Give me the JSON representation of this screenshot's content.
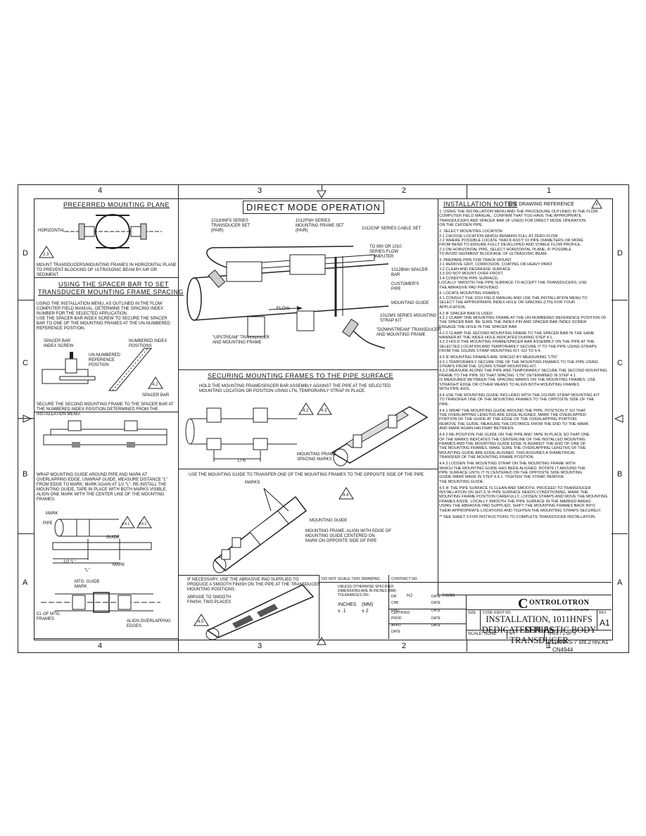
{
  "zones": {
    "cols_top": [
      "4",
      "3",
      "2",
      "1"
    ],
    "cols_bottom": [
      "4",
      "3",
      "2",
      "1"
    ],
    "rows_left": [
      "D",
      "C",
      "B",
      "A"
    ],
    "rows_right": [
      "D",
      "C",
      "B",
      "A"
    ]
  },
  "panel_mounting_plane": {
    "title": "PREFERRED MOUNTING PLANE",
    "horizontal_label": "HORIZONTAL",
    "ref": "2.3",
    "caption": "MOUNT TRANSDUCERS/MOUNTING FRAMES IN HORIZONTAL PLANE TO PREVENT BLOCKING OF ULTRASONIC BEAM BY AIR OR SEDIMENT."
  },
  "panel_spacer_bar": {
    "title_line1": "USING THE SPACER BAR TO SET",
    "title_line2": "TRANSDUCER MOUNTING FRAME SPACING",
    "intro": "USING THE INSTALLATION MENU, AS OUTLINED IN THE FLOW COMPUTER FIELD MANUAL, DETERMINE THE SPACING INDEX NUMBER FOR THE SELECTED APPLICATION.\nUSE THE SPACER BAR INDEX SCREW TO SECURE THE SPACER BAR TO ONE OF THE MOUNTING FRAMES AT THE UN-NUMBERED REFERENCE POSITION.",
    "label_index_screw": "SPACER BAR\nINDEX SCREW",
    "label_numbered": "NUMBERED INDEX\nPOSITIONS",
    "label_unnumbered": "UN-NUMBERED\nREFERENCE\nPOSITION",
    "label_spacer_bar": "SPACER BAR",
    "ref": "4.2",
    "second": "SECURE THE SECOND MOUNTING FRAME TO THE SPACER BAR AT THE NUMBERED INDEX POSITION DETERMINED FROM THE INSTALLATION MENU."
  },
  "panel_wrap_guide": {
    "text": "WRAP MOUNTING GUIDE AROUND PIPE AND MARK AT OVERLAPPING EDGE, UNWRAP GUIDE, MEASURE DISTANCE \"L\" FROM EDGE TO MARK, MARK AGAIN AT 1/2 \"L\". RE-INSTALL THE MOUNTING GUIDE, TAPE IN PLACE WITH BOTH MARKS VISIBLE, ALIGN ONE MARK WITH THE CENTER LINE OF THE MOUNTING FRAMES.",
    "label_mark": "MARK",
    "label_pipe": "PIPE",
    "label_guide": "GUIDE",
    "ref1": "4.4.1",
    "ref2": "4.4.2",
    "dim_half": "1/2 \"L\"",
    "dim_l": "\"L\"",
    "label_mark2": "MARK",
    "label_mtg_guide": "MTG. GUIDE\nMARK",
    "label_cl": "CL OF MTG.\nFRAMES",
    "label_align": "ALIGN OVERLAPPING\nEDGES"
  },
  "panel_direct": {
    "title": "DIRECT MODE OPERATION",
    "l_transducer": "1011HNFS SERIES\nTRANSDUCER SET\n(PAIR)",
    "l_frame_set": "1012FNH SERIES\nMOUNTING FRAME SET\n(PAIR)",
    "l_cable": "1012CNF SERIES CABLE SET",
    "l_computer": "TO 990 OR 1010\nSERIES FLOW\nCOMPUTER",
    "l_spacer": "1012BNH SPACER\nBAR",
    "l_pipe": "CUSTOMER'S\nPIPE",
    "l_guide": "MOUNTING GUIDE",
    "l_strap": "1012MS SERIES MOUNTING\nSTRAP KIT",
    "l_flow": "FLOW",
    "l_upstream": "\"UPSTREAM\" TRANSDUCER\nAND MOUNTING FRAME",
    "l_downstream": "\"DOWNSTREAM\" TRANSDUCER\nAND MOUNTING FRAME"
  },
  "panel_securing": {
    "title": "SECURING MOUNTING FRAMES TO THE PIPE SURFACE",
    "text": "HOLD THE MOUNTING FRAME/SPACER BAR ASSEMBLY AGAINST THE PIPE AT THE SELECTED MOUNTING LOCATION OR POSITION USING LTN, TEMPORARILY STRAP IN PLACE.",
    "ref1": "4.2",
    "ref2": "4.3",
    "l_ltn": "LTN",
    "l_marks": "MOUNTING FRAME\nSPACING MARKS"
  },
  "panel_transfer": {
    "text": "USE THE MOUNTING GUIDE TO TRANSFER ONE OF THE MOUNTING FRAMES TO THE OPPOSITE SIDE OF THE PIPE.",
    "l_marks": "MARKS",
    "ref": "4.4",
    "l_guide": "MOUNTING GUIDE",
    "l_frame": "MOUNTING FRAME, ALIGN WITH EDGE OF\nMOUNTING GUIDE CENTERED ON\nMARK ON OPPOSITE SIDE OF PIPE"
  },
  "panel_abrasive": {
    "text": "IF NECESSARY, USE THE ABRASIVE PAD SUPPLIED TO PRODUCE A SMOOTH FINISH ON THE PIPE AT THE TRANSDUCER MOUNTING POSITIONS.",
    "l_abrade": "ABRADE TO SMOOTH\nFINISH, TWO PLACES",
    "ref": "4.5"
  },
  "notes": {
    "title": "INSTALLATION NOTES",
    "title_suffix": "- SEE DRAWING REFERENCE",
    "items": [
      "1. USING THE INSTALLATION MENU AND THE PROCEDURE OUTLINED IN THE FLOW\n   COMPUTER FIELD MANUAL, CONFIRM THAT YOU HAVE THE APPROPRIATE\n   TRANSDUCERS AND SPACER BAR (IF USED) FOR DIRECT MODE OPERATION\n   ON THE CHOSEN PIPE.",
      "2. SELECT MOUNTING LOCATION:\n2.1 CHOOSE LOCATION WHICH REMAINS FULL AT ZERO FLOW.\n2.2 WHERE POSSIBLE LOCATE TRACK ASS'Y 10 PIPE DIAMETERS OR MORE\n     FROM BEND TO ENSURE FULLY DEVELOPED AND STABLE FLOW PROFILE.\n2.3 ON HORIZONTAL PIPE, SELECT HORIZONTAL PLANE, IF POSSIBLE\n     TO AVOID SEDIMENT BLOCKAGE OF ULTRASONIC BEAM.",
      "3. PREPARE PIPE FOR TRACK MOUNT.\n3.1 REMOVE GRIT, CORROSION, COATING OR HEAVY PAINT\n3.2 CLEAN AND DEGREASE SURFACE\n3.3 DO NOT MOUNT OVER FROST.\n3.4 CONDITION PIPE SURFACE;\n     LOCALLY SMOOTH THE PIPE SURFACE TO ACCEPT THE TRANSDUCERS, USE\n     THE ABRASIVE PAD PROVIDED.",
      "4. LOCATE MOUNTING FRAMES;\n4.1 CONSULT THE 1010 FIELD MANUAL AND USE THE INSTALLATION MENU TO\n     SELECT THE APPROPRIATE INDEX HOLE OR SPACING (LTN) FOR YOUR\n     APPLICATION.",
      "4.2 IF SPACER BAR IS USED:\n4.2.1 CLAMP ONE MOUNTING FRAME AT THE UN-NUMBERED REFERENCE POSITION OF\n       THE SPACER BAR. BE SURE THE INDEX PIN AND SPACER BAR INDEX SCREW\n       ENGAGE THE HOLE IN THE SPACER BAR.",
      "4.2.2 CLAMP THE SECOND MOUNTING FRAME TO THE SPACER BAR IN THE SAME\n       MANNER AT THE INDEX HOLE INDICATED DURING STEP 4.1.\n4.2.3 HOLD THE MOUNTING FRAME/SPACER BAR ASSEMBLY ON THE PIPE AT THE\n       SELECTED LOCATION AND TEMPORARILY SECURE IT TO THE PIPE USING STRAPS\n       FROM THE 1012MS STRAP MOUNTING KIT. GO TO 4.4.",
      "4.3 IF MOUNTING FRAMES ARE SPACED BY MEASURING \"LTN\":\n4.3.1 TEMPORARILY SECURE ONE OF THE MOUNTING FRAMES TO THE PIPE USING\n       STRAPS FROM THE 1012MS STRAP MOUNTING KIT.\n4.3.2 MEASURE ALONG THE PIPE AND TEMPORARILY SECURE THE SECOND MOUNTING\n       FRAME TO THE PIPE SO THAT SPACING \"LTN\" DETERMINED IN STEP 4.1\n       IS MEASURED BETWEEN THE SPACING MARKS ON THE MOUNTING FRAMES. USE\n       STRAIGHT EDGE OR OTHER MEANS TO ALIGN BOTH MOUNTING FRAMES\n       WITH PIPE AXIS.",
      "4.4 USE THE MOUNTING GUIDE INCLUDED WITH THE 1012MS STRAP MOUNTING KIT\n     TO TRANSFER ONE OF THE MOUNTING FRAMES TO THE OPPOSITE SIDE OF THE\n     PIPE.",
      "4.4.1 WRAP THE MOUNTING GUIDE AROUND THE PIPE. POSITION IT SO THAT\n       THE OVERLAPPING LENGTHS ARE EDGE-ALIGNED, MARK THE OVERLAPPED\n       PORTION OF THE GUIDE AT THE EDGE OF THE OVERLAPPING PORTION.\n       REMOVE THE GUIDE, MEASURE THE DISTANCE FROM THE END TO THE MARK\n       AND MARK AGAIN HALFWAY BETWEEN.",
      "4.4.2 RE-POSITION THE GUIDE ON THE PIPE AND TAPE IN PLACE SO THAT ONE\n       OF THE MARKS INDICATES THE CENTERLINE OF THE INSTALLED MOUNTING\n       FRAMES AND THE MOUNTING GUIDE EDGE IS AGAINST THE END OF ONE OF\n       THE MOUNTING FRAMES. MAKE SURE THE OVERLAPPING LENGTHS OF THE\n       MOUNTING GUIDE ARE EDGE-ALIGNED. THIS ASSURES A DIAMETRICAL\n       TRANSFER OF THE MOUNTING FRAME POSITION.",
      "4.4.3 LOOSEN THE MOUNTING STRAP ON THE MOUNTING FRAME WITH\n       WHICH THE MOUNTING GUIDE HAS BEEN ALIGNED. ROTATE IT AROUND THE\n       PIPE SURFACE UNTIL IT IS CENTERED ON THE OPPOSITE SIDE MOUNTING\n       GUIDE MARK MADE IN STEP 4.4.1. TIGHTEN THE STRAP, REMOVE\n       THE MOUNTING GUIDE.",
      "4.5 IF THE PIPE SURFACE IS CLEAN AND SMOOTH, PROCEED TO TRANSDUCER\n     INSTALLATION ON SHT.3, IF PIPE SURFACE NEEDS CONDITIONING, MARK THE\n     MOUNTING FRAME POSITION CAREFULLY, LOOSEN STRAPS AND MOVE THE MOUNTING\n     FRAMES ASIDE. LOCALLY SMOOTH THE PIPE SURFACE IN THE MARKED AREAS\n     USING THE ABRASIVE PAD SUPPLIED. SHIFT THE MOUNTING FRAMES BACK INTO\n     THEIR APPROPRIATE LOCATIONS AND TIGHTEN THE MOUNTING STRAPS SECURELY.",
      "** SEE SHEET 3 FOR INSTRUCTIONS TO COMPLETE TRANSDUCER INSTALLATION."
    ]
  },
  "title_block": {
    "do_not_scale": "DO NOT SCALE THIS DRAWING",
    "unless": "UNLESS OTHERWISE SPECIFIED:\nDIMENSIONS ARE IN INCHES (MM)\nTOLERANCES ON:-",
    "inches": "INCHES",
    "mm": "(MM)",
    "tol_in": "± .1",
    "tol_mm": "± 2",
    "contract": "CONTRACT NO.",
    "dr": "DR",
    "dr_val": "HJ",
    "date_label": "DATE",
    "date_val": "7/6/99",
    "chk": "CHK",
    "eng": "ENG",
    "prod": "PROD",
    "appd": "APPD",
    "certified": "CERTIFIED",
    "date2": "DATE",
    "logo": "ONTROLOTRON",
    "logo_c": "C",
    "address": "HAUPPAUGE , NY 11788",
    "title1": "INSTALLATION, 1011HNFS SERIES",
    "title2": "DEDICATED PLASTIC BODY",
    "title3": "TRANSDUCER",
    "size": "SIZE",
    "code": "CODE IDENT NO.",
    "rev": "REV.",
    "rev_val": "A1",
    "scale": "SCALE: NONE",
    "wt": "WT.",
    "sheet": "SHEET  2  OF  3",
    "file": "1011HNFS-7 sht.2 rev.A1",
    "cn": "CN4944",
    "mark1": "1"
  }
}
